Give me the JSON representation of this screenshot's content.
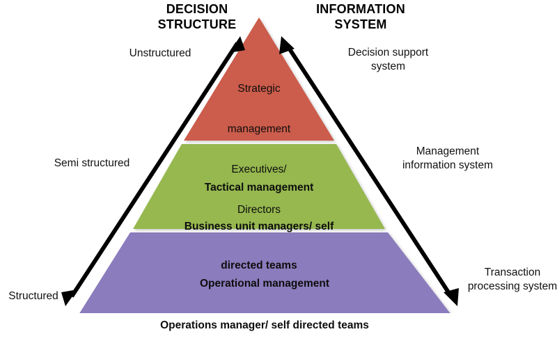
{
  "headers": {
    "left": "DECISION\nSTRUCTURE",
    "right": "INFORMATION\nSYSTEM"
  },
  "pyramid": {
    "tiers": [
      {
        "id": "strategic",
        "color": "#cc5b4c",
        "lines": [
          "Strategic",
          "management",
          "Executives/",
          "Directors"
        ],
        "left_label": "Unstructured",
        "right_label": "Decision support\nsystem"
      },
      {
        "id": "tactical",
        "color": "#96b84f",
        "lines": [
          "Tactical management",
          "Business unit managers/ self\ndirected teams"
        ],
        "left_label": "Semi structured",
        "right_label": "Management\ninformation system"
      },
      {
        "id": "operational",
        "color": "#8b7bbd",
        "lines": [
          "Operational management",
          "Operations manager/ self directed teams"
        ],
        "left_label": "Structured",
        "right_label": "Transaction\nprocessing system"
      }
    ]
  },
  "left_axis": {
    "top": "Unstructured",
    "middle": "Semi structured",
    "bottom": "Structured"
  },
  "right_axis": {
    "top": "Decision support\nsystem",
    "middle": "Management\ninformation system",
    "bottom": "Transaction\nprocessing system"
  },
  "tier_text": {
    "top": [
      "Strategic",
      "management",
      "Executives/",
      "Directors"
    ],
    "middle": [
      "Tactical management",
      "Business unit managers/ self",
      "directed teams"
    ],
    "bottom": [
      "Operational management",
      "Operations manager/ self directed teams"
    ]
  },
  "colors": {
    "top_tier": "#cc5b4c",
    "middle_tier": "#96b84f",
    "bottom_tier": "#8b7bbd",
    "arrow": "#000000",
    "background": "#ffffff",
    "text": "#111111"
  },
  "arrows": {
    "left": "double-headed-arrow-up-left-side",
    "right": "double-headed-arrow-down-right-side"
  }
}
